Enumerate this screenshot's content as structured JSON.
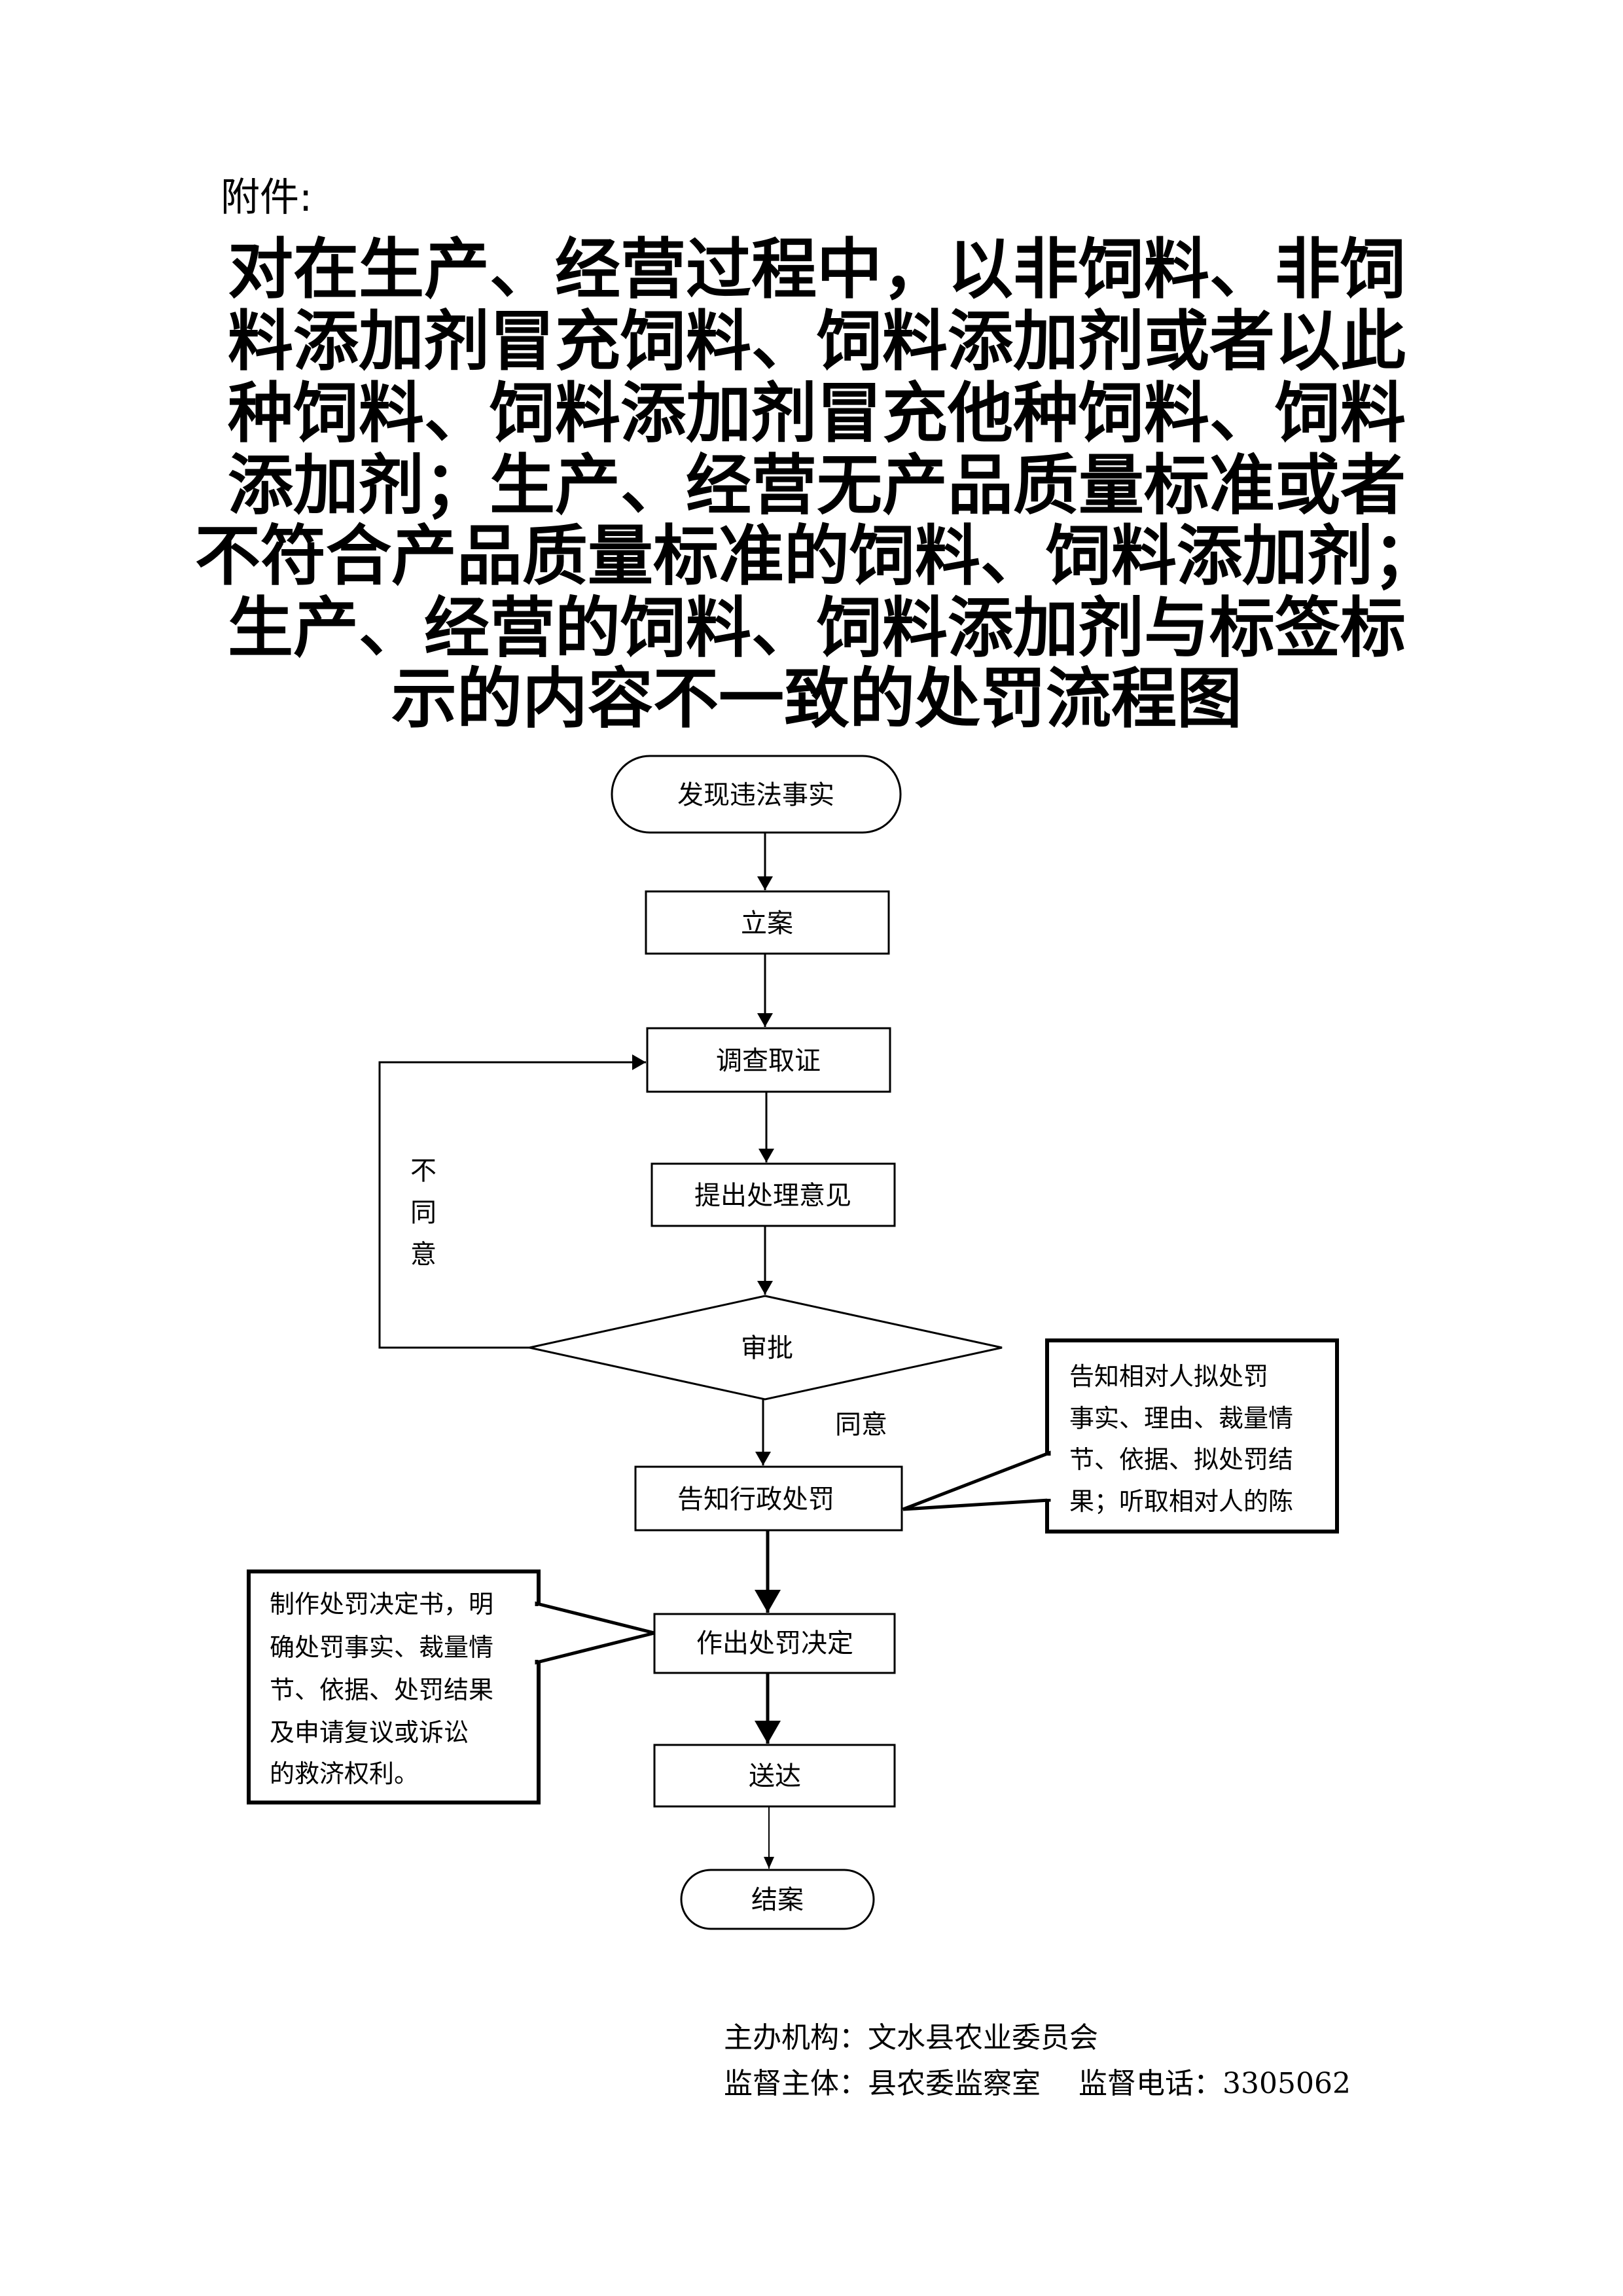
{
  "attachment_label": "附件:",
  "title_lines": [
    "对在生产、经营过程中，以非饲料、非饲",
    "料添加剂冒充饲料、饲料添加剂或者以此",
    "种饲料、饲料添加剂冒充他种饲料、饲料",
    "添加剂；生产、经营无产品质量标准或者",
    "不符合产品质量标准的饲料、饲料添加剂；",
    "生产、经营的饲料、饲料添加剂与标签标",
    "示的内容不一致的处罚流程图"
  ],
  "flow": {
    "start": "发现违法事实",
    "file_case": "立案",
    "investigate": "调查取证",
    "propose": "提出处理意见",
    "approve": "审批",
    "disagree": [
      "不",
      "同",
      "意"
    ],
    "agree": "同意",
    "notify": "告知行政处罚",
    "notify_note": [
      "告知相对人拟处罚",
      "事实、理由、裁量情",
      "节、依据、拟处罚结",
      "果；听取相对人的陈"
    ],
    "decide": "作出处罚决定",
    "decide_note": [
      "制作处罚决定书，明",
      "确处罚事实、裁量情",
      "节、依据、处罚结果",
      "及申请复议或诉讼",
      "的救济权利。"
    ],
    "deliver": "送达",
    "close": "结案"
  },
  "footer": {
    "organizer": "主办机构：文水县农业委员会",
    "supervision": "监督主体：县农委监察室　 监督电话：3305062"
  }
}
